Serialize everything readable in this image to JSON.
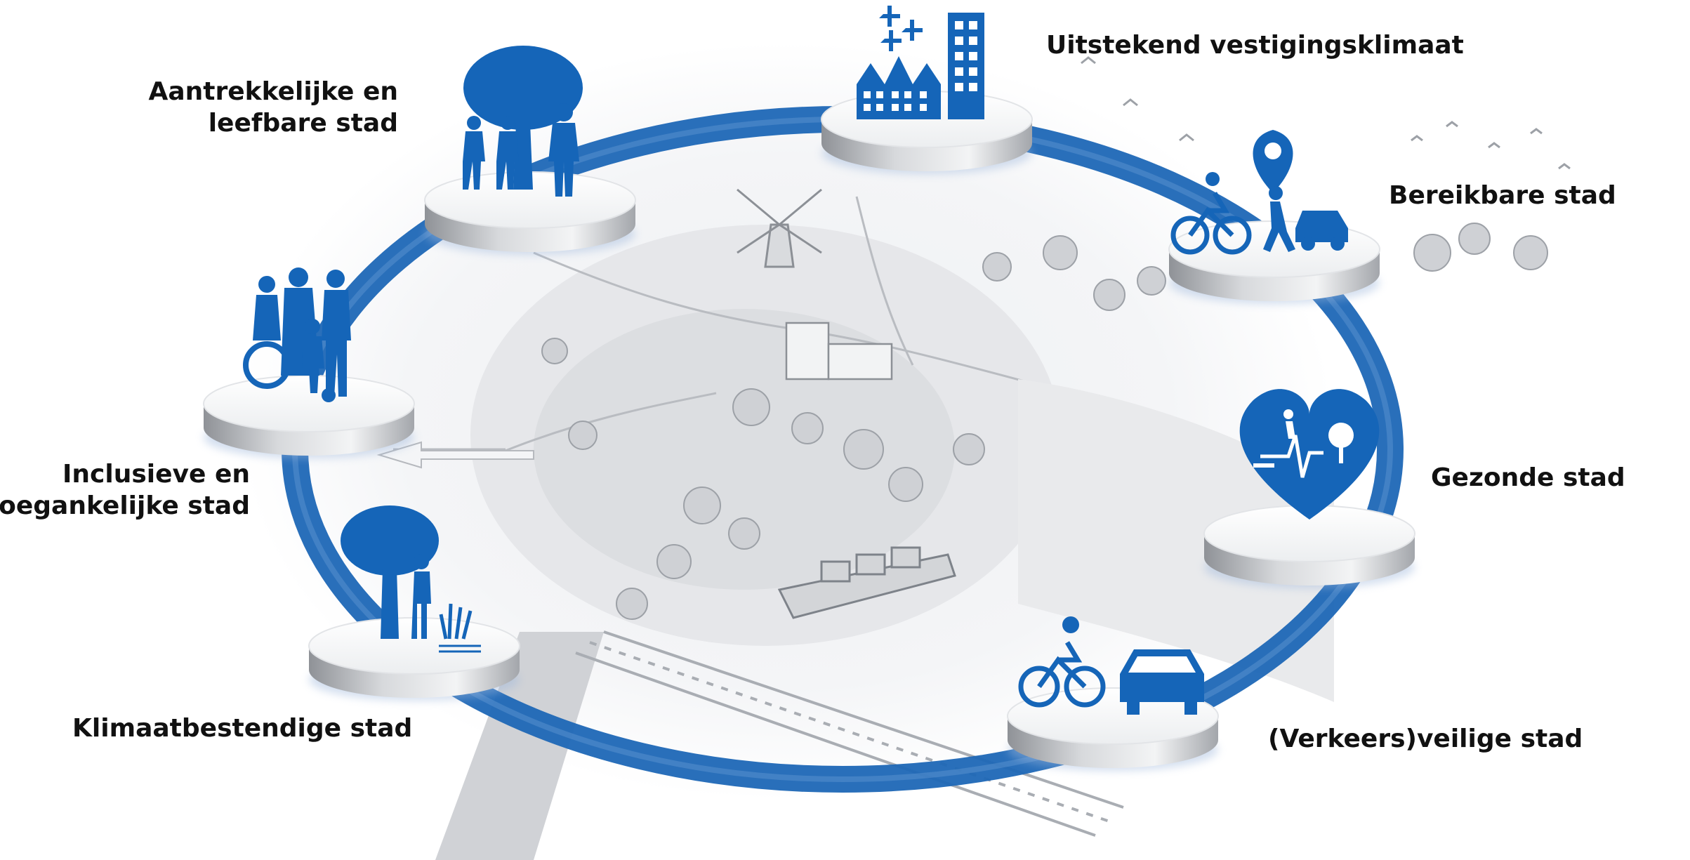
{
  "colors": {
    "brand_blue": "#1565b8",
    "ring_blue": "#1e67b6",
    "background_sketch": "#c9ccd2",
    "label_text": "#111111"
  },
  "nodes": [
    {
      "id": "vestigingsklimaat",
      "label_lines": [
        "Uitstekend vestigingsklimaat"
      ],
      "icon": "buildings-icon"
    },
    {
      "id": "bereikbaar",
      "label_lines": [
        "Bereikbare stad"
      ],
      "icon": "location-pin-cyclist-pedestrian-car-icon"
    },
    {
      "id": "gezond",
      "label_lines": [
        "Gezonde stad"
      ],
      "icon": "heart-runner-tree-icon"
    },
    {
      "id": "veilig",
      "label_lines": [
        "(Verkeers)veilige stad"
      ],
      "icon": "cyclist-car-icon"
    },
    {
      "id": "klimaat",
      "label_lines": [
        "Klimaatbestendige stad"
      ],
      "icon": "tree-person-reeds-icon"
    },
    {
      "id": "inclusief",
      "label_lines": [
        "Inclusieve en",
        "toegankelijke stad"
      ],
      "icon": "diverse-people-wheelchair-icon"
    },
    {
      "id": "aantrekkelijk",
      "label_lines": [
        "Aantrekkelijke en",
        "leefbare stad"
      ],
      "icon": "tree-people-walking-icon"
    }
  ]
}
